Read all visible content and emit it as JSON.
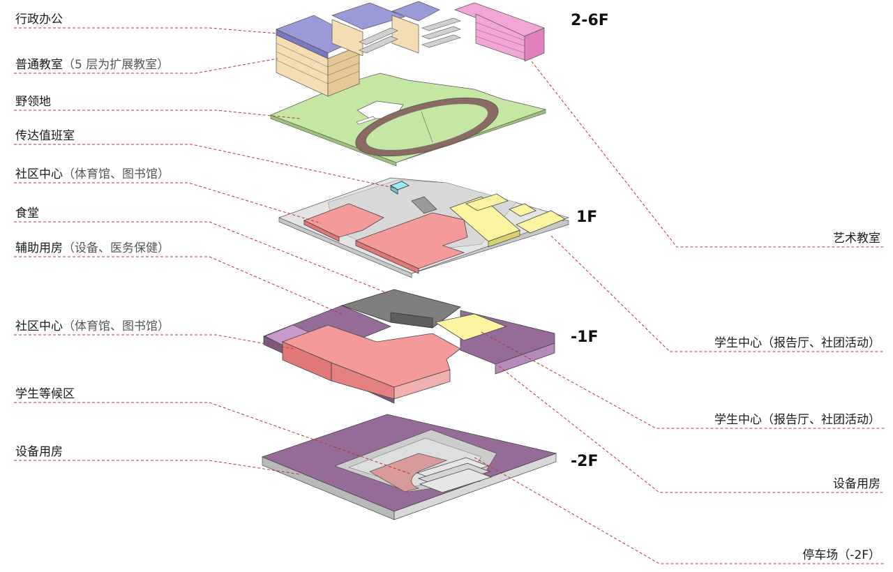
{
  "floor_labels": {
    "f2_6": "2-6F",
    "f1": "1F",
    "fb1": "-1F",
    "fb2": "-2F"
  },
  "left_labels": {
    "admin": {
      "main": "行政办公",
      "sub": ""
    },
    "classroom": {
      "main": "普通教室",
      "sub": "（5 层为扩展教室）"
    },
    "field": {
      "main": "野领地",
      "sub": ""
    },
    "guard": {
      "main": "传达值班室",
      "sub": ""
    },
    "community_1f": {
      "main": "社区中心",
      "sub": "（体育馆、图书馆）"
    },
    "canteen": {
      "main": "食堂",
      "sub": ""
    },
    "aux": {
      "main": "辅助用房",
      "sub": "（设备、医务保健）"
    },
    "community_b1": {
      "main": "社区中心",
      "sub": "（体育馆、图书馆）"
    },
    "waiting": {
      "main": "学生等候区",
      "sub": ""
    },
    "equipment_b2": {
      "main": "设备用房",
      "sub": ""
    }
  },
  "right_labels": {
    "art": "艺术教室",
    "student_1f": "学生中心（报告厅、社团活动）",
    "student_b1": "学生中心（报告厅、社团活动）",
    "equipment_b1": "设备用房",
    "parking": "停车场（-2F）"
  },
  "colors": {
    "admin_roof": "#9a9ad8",
    "classroom_wall": "#f4dcb4",
    "art_pink": "#f2a6d6",
    "field_green": "#c6e6a4",
    "community_red": "#f59a9a",
    "student_yellow": "#fbf4a0",
    "guard_cyan": "#9cecf4",
    "aux_purple": "#9a70a0",
    "canteen_gray": "#8a8a8a",
    "leader_red": "#c03030"
  }
}
